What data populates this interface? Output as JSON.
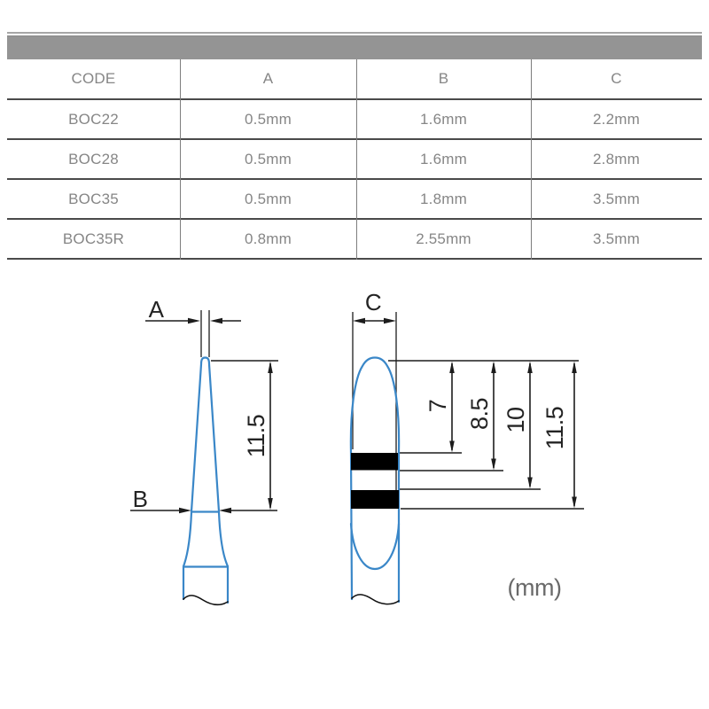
{
  "header_bar": {
    "color": "#949494"
  },
  "spec_table": {
    "columns": [
      "CODE",
      "A",
      "B",
      "C"
    ],
    "rows": [
      [
        "BOC22",
        "0.5mm",
        "1.6mm",
        "2.2mm"
      ],
      [
        "BOC28",
        "0.5mm",
        "1.6mm",
        "2.8mm"
      ],
      [
        "BOC35",
        "0.5mm",
        "1.8mm",
        "3.5mm"
      ],
      [
        "BOC35R",
        "0.8mm",
        "2.55mm",
        "3.5mm"
      ]
    ]
  },
  "diagram": {
    "left_view": {
      "tip_width_label": "A",
      "mid_width_label": "B",
      "length_dim": "11.5"
    },
    "right_view": {
      "head_width_label": "C",
      "band1_top_dim": "7",
      "band1_bottom_dim": "8.5",
      "band2_top_dim": "10",
      "band2_bottom_dim": "11.5"
    },
    "unit_note": "(mm)",
    "colors": {
      "outline_blue": "#3a87c8",
      "dimension_black": "#1c1c1c",
      "band_black": "#000000",
      "table_text_gray": "#868686"
    }
  }
}
